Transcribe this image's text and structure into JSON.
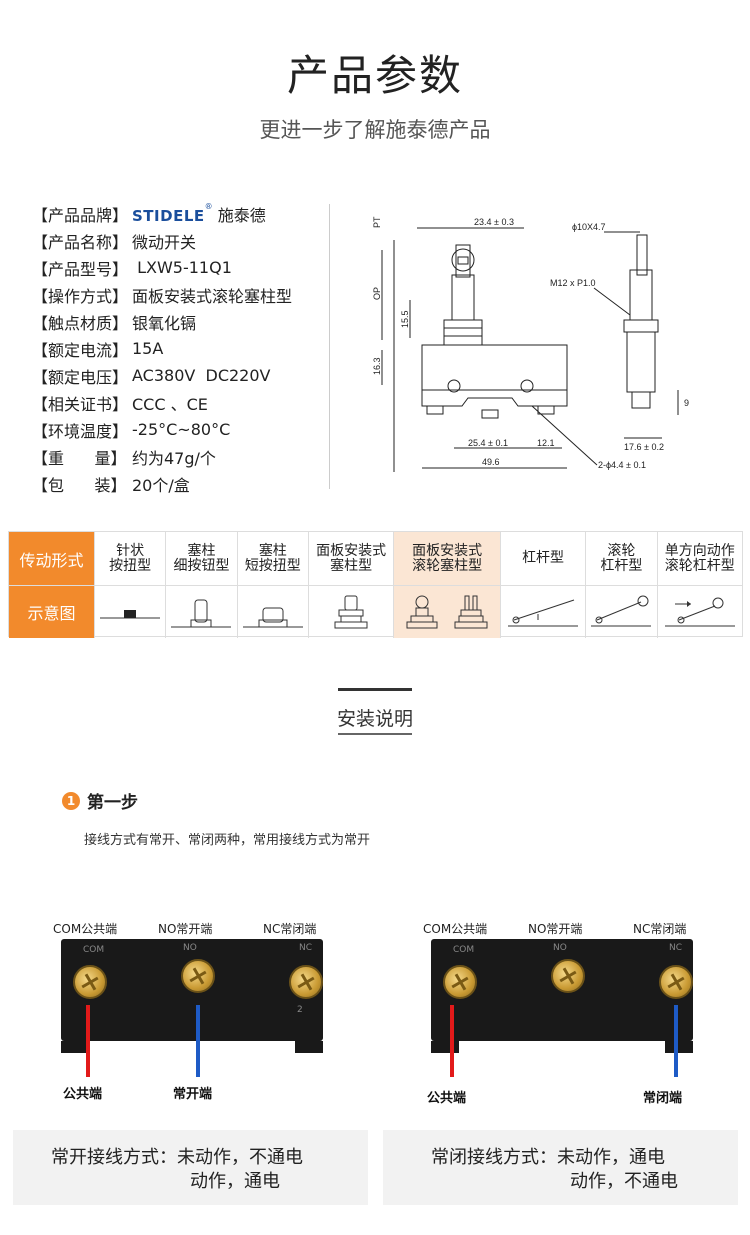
{
  "header": {
    "title": "产品参数",
    "subtitle": "更进一步了解施泰德产品"
  },
  "specs": [
    {
      "key": "【产品品牌】",
      "val": "施泰德",
      "brand": "STIDELE"
    },
    {
      "key": "【产品名称】",
      "val": "微动开关"
    },
    {
      "key": "【产品型号】",
      "val": " LXW5-11Q1"
    },
    {
      "key": "【操作方式】",
      "val": "面板安装式滚轮塞柱型"
    },
    {
      "key": "【触点材质】",
      "val": "银氧化镉"
    },
    {
      "key": "【额定电流】",
      "val": "15A"
    },
    {
      "key": "【额定电压】",
      "val": "AC380V  DC220V"
    },
    {
      "key": "【相关证书】",
      "val": "CCC 、CE"
    },
    {
      "key": "【环境温度】",
      "val": "-25°C~80°C"
    },
    {
      "key": "【重      量】",
      "val": "约为47g/个"
    },
    {
      "key": "【包      装】",
      "val": "20个/盒"
    }
  ],
  "dims": {
    "pt": "PT",
    "op": "OP",
    "w1": "23.4 ± 0.3",
    "h1": "15.5",
    "h2": "16.3",
    "w2": "25.4 ± 0.1",
    "w3": "12.1",
    "w4": "49.6",
    "phi": "ϕ10X4.7",
    "thread": "M12 x P1.0",
    "d9": "9",
    "w5": "17.6 ± 0.2",
    "hole": "2-ϕ4.4 ± 0.1"
  },
  "types": {
    "head1": "传动形式",
    "head2": "示意图",
    "cells": [
      "针状\n按扭型",
      "塞柱\n细按钮型",
      "塞柱\n短按扭型",
      "面板安装式\n塞柱型",
      "面板安装式\n滚轮塞柱型",
      "杠杆型",
      "滚轮\n杠杆型",
      "单方向动作\n滚轮杠杆型"
    ]
  },
  "install": {
    "title": "安装说明",
    "step_num": "1",
    "step": "第一步",
    "desc": "接线方式有常开、常闭两种，常用接线方式为常开"
  },
  "panels": [
    {
      "com": "COM公共端",
      "no": "NO常开端",
      "nc": "NC常闭端",
      "left": "公共端",
      "right": "常开端",
      "cap1": "常开接线方式：未动作，不通电",
      "cap2": "动作，通电"
    },
    {
      "com": "COM公共端",
      "no": "NO常开端",
      "nc": "NC常闭端",
      "left": "公共端",
      "right": "常闭端",
      "cap1": "常闭接线方式：未动作，通电",
      "cap2": "动作，不通电"
    }
  ],
  "body_marks": {
    "com": "COM",
    "no": "NO",
    "nc": "NC",
    "n2": "2"
  },
  "colors": {
    "accent": "#f28a2c",
    "brand": "#1a4e9c",
    "highlight": "#fbe6d4",
    "red_wire": "#e21a1a",
    "blue_wire": "#1e5bc6"
  }
}
